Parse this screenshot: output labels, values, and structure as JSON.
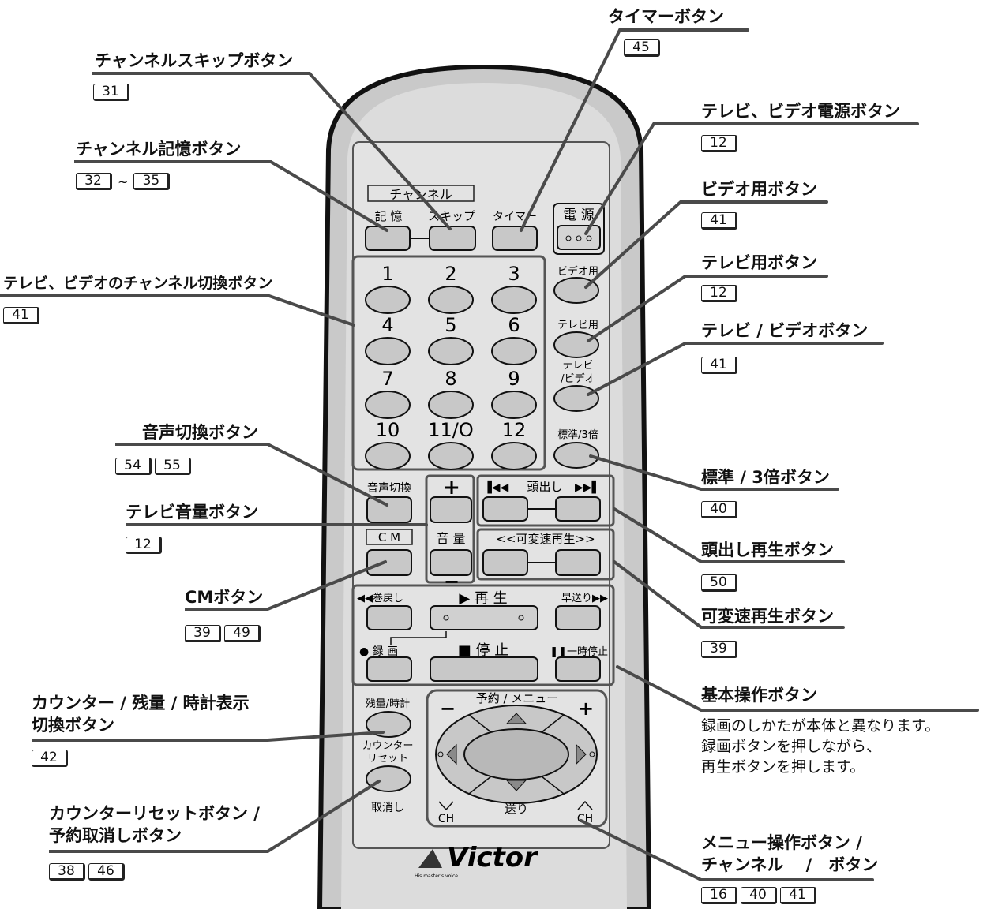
{
  "remote": {
    "channel_header": "チャンネル",
    "btn_memory": "記 憶",
    "btn_skip": "スキップ",
    "btn_timer": "タイマー",
    "btn_power": "電 源",
    "numbers": [
      "1",
      "2",
      "3",
      "4",
      "5",
      "6",
      "7",
      "8",
      "9",
      "10",
      "11/O",
      "12"
    ],
    "btn_video": "ビデオ用",
    "btn_tv": "テレビ用",
    "btn_tv_video": [
      "テレビ",
      "/ビデオ"
    ],
    "btn_mode": "標準/3倍",
    "btn_audio": "音声切換",
    "volume_plus": "+",
    "volume_label": "音 量",
    "volume_minus": "−",
    "cm_label": "C M",
    "cue_label": "頭出し",
    "speed_label": "<<可変速再生>>",
    "rewind_label": "◀◀巻戻し",
    "play_label": "▶ 再 生",
    "ff_label": "早送り▶▶",
    "rec_label": "● 録 画",
    "stop_label": "■ 停 止",
    "pause_label": "❚❚一時停止",
    "remain_label": "残量/時計",
    "counter_reset_label": [
      "カウンター",
      "リセット"
    ],
    "cancel_label": "取消し",
    "menu_label": "予約 / メニュー",
    "menu_minus": "−",
    "menu_plus": "+",
    "ch_down": "CH",
    "send_label": "送り",
    "ch_up": "CH",
    "brand": "Victor",
    "brand_sub": "His master's voice"
  },
  "callouts": [
    {
      "id": "timer",
      "title": "タイマーボタン",
      "refs": [
        "45"
      ]
    },
    {
      "id": "skip",
      "title": "チャンネルスキップボタン",
      "refs": [
        "31"
      ]
    },
    {
      "id": "power",
      "title": "テレビ、ビデオ電源ボタン",
      "refs": [
        "12"
      ]
    },
    {
      "id": "memory",
      "title": "チャンネル記憶ボタン",
      "refs": [
        "32",
        "35"
      ],
      "range": "~"
    },
    {
      "id": "video",
      "title": "ビデオ用ボタン",
      "refs": [
        "41"
      ]
    },
    {
      "id": "tv",
      "title": "テレビ用ボタン",
      "refs": [
        "12"
      ]
    },
    {
      "id": "chswitch",
      "title": "テレビ、ビデオのチャンネル切換ボタン",
      "refs": [
        "41"
      ]
    },
    {
      "id": "tvvideo",
      "title": "テレビ / ビデオボタン",
      "refs": [
        "41"
      ]
    },
    {
      "id": "audio",
      "title": "音声切換ボタン",
      "refs": [
        "54",
        "55"
      ]
    },
    {
      "id": "mode",
      "title": "標準 / 3倍ボタン",
      "refs": [
        "40"
      ]
    },
    {
      "id": "volume",
      "title": "テレビ音量ボタン",
      "refs": [
        "12"
      ]
    },
    {
      "id": "cue",
      "title": "頭出し再生ボタン",
      "refs": [
        "50"
      ]
    },
    {
      "id": "cm",
      "title": "CMボタン",
      "refs": [
        "39",
        "49"
      ]
    },
    {
      "id": "speed",
      "title": "可変速再生ボタン",
      "refs": [
        "39"
      ]
    },
    {
      "id": "basic",
      "title": "基本操作ボタン",
      "refs": [],
      "note": [
        "録画のしかたが本体と異なります。",
        "録画ボタンを押しながら、",
        "再生ボタンを押します。"
      ]
    },
    {
      "id": "display",
      "title": [
        "カウンター / 残量 / 時計表示",
        "切換ボタン"
      ],
      "refs": [
        "42"
      ]
    },
    {
      "id": "reset",
      "title": [
        "カウンターリセットボタン /",
        "予約取消しボタン"
      ],
      "refs": [
        "38",
        "46"
      ]
    },
    {
      "id": "menu",
      "title": [
        "メニュー操作ボタン /",
        "チャンネル　 /　ボタン"
      ],
      "refs": [
        "16",
        "40",
        "41"
      ]
    }
  ]
}
